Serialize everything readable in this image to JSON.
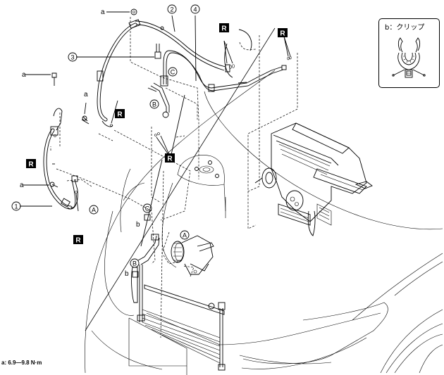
{
  "diagram": {
    "title": "Air conditioner refrigerant lines - exploded view",
    "torque_note": "a: 6.9—9.8 N·m",
    "legend": {
      "title": "b：クリップ",
      "icon": "clip-icon"
    },
    "callouts": {
      "part_1": "1",
      "part_2": "2",
      "part_3": "3",
      "part_4": "4"
    },
    "fastener_label": "a",
    "clip_label": "b",
    "replace_mark": "R",
    "connection_markers": {
      "A": "A",
      "B": "B",
      "C": "C"
    },
    "components": [
      "cooler-hose-low-pressure",
      "cooler-hose-high-pressure",
      "refrigerant-pressure-sensor",
      "cooler-pipe",
      "a-c-compressor",
      "condenser",
      "a-c-unit",
      "strut-mount",
      "vehicle-body-outline"
    ]
  }
}
